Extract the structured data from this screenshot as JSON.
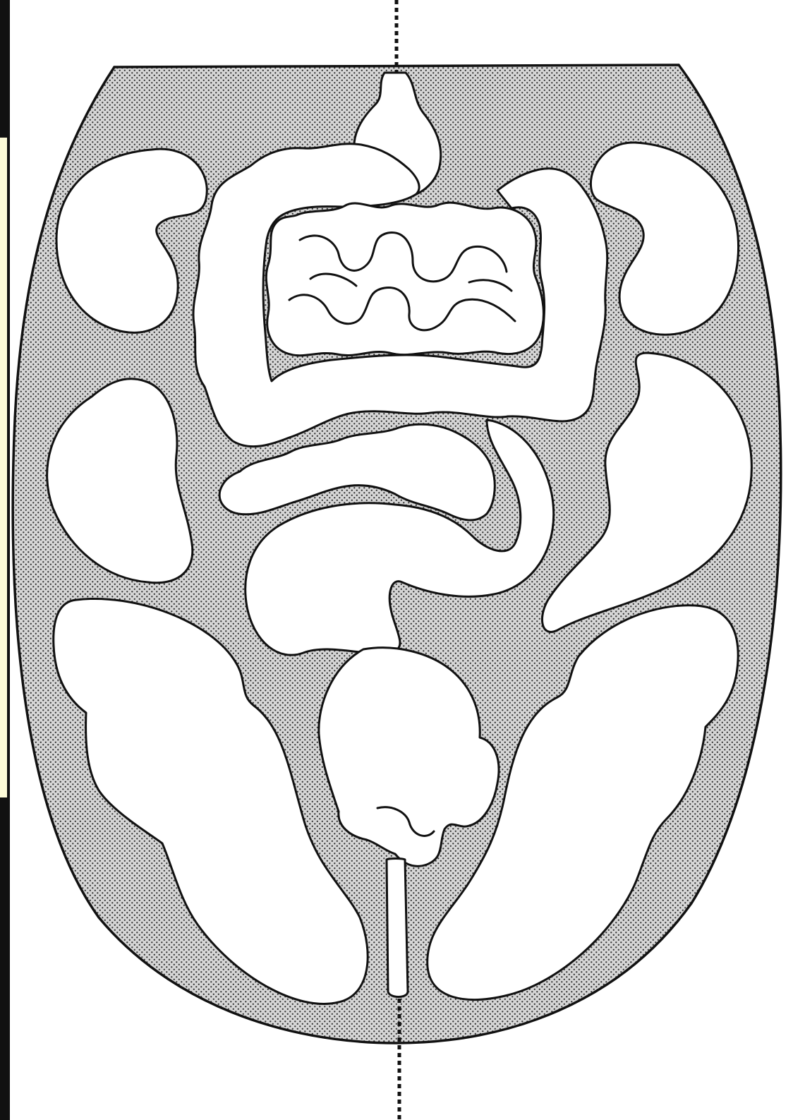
{
  "figure": {
    "colors": {
      "ink": "#111111",
      "stipple_background": "#d4d4d4",
      "stipple_dot": "#333333",
      "organ_fill": "#ffffff",
      "left_strip": "#111111",
      "left_strip_inner": "#fdfbd8"
    },
    "organs": [
      "stomach",
      "duodenum-and-colon-loop",
      "small-intestine-coils",
      "pancreas",
      "curved-tubular-loop",
      "bladder-lobed-organ",
      "central-stalk",
      "kidney-upper-left",
      "kidney-upper-right",
      "organ-mid-left",
      "organ-mid-right",
      "lobe-lower-left",
      "lobe-lower-right"
    ]
  }
}
